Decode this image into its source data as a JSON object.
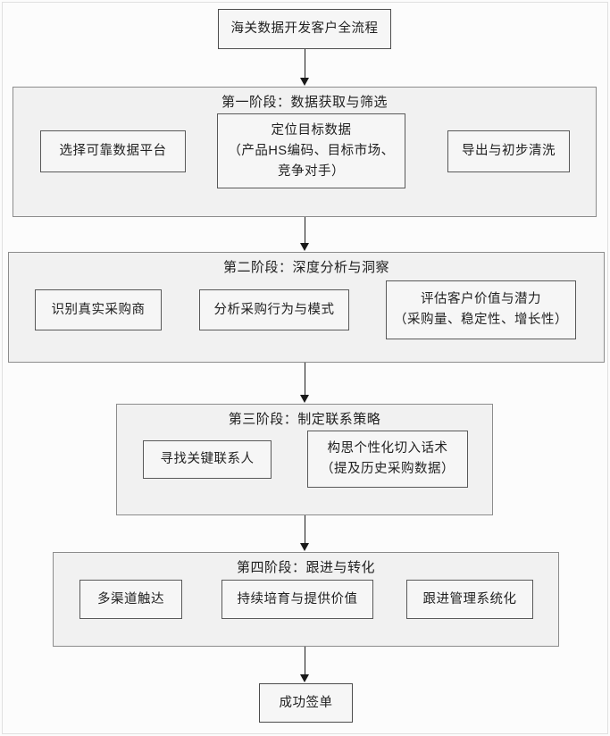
{
  "colors": {
    "page-bg": "#fcfcfc",
    "container-fill": "#f1f1f1",
    "container-border": "#8c8c8c",
    "node-fill": "#f6f6f6",
    "node-border": "#595959",
    "arrow": "#1a1a1a",
    "text": "#212121"
  },
  "flow": {
    "start": "海关数据开发客户全流程",
    "end": "成功签单",
    "stages": [
      {
        "title": "第一阶段：数据获取与筛选",
        "nodes": [
          {
            "lines": [
              "选择可靠数据平台"
            ]
          },
          {
            "lines": [
              "定位目标数据",
              "（产品HS编码、目标市场、",
              "竞争对手）"
            ]
          },
          {
            "lines": [
              "导出与初步清洗"
            ]
          }
        ]
      },
      {
        "title": "第二阶段：深度分析与洞察",
        "nodes": [
          {
            "lines": [
              "识别真实采购商"
            ]
          },
          {
            "lines": [
              "分析采购行为与模式"
            ]
          },
          {
            "lines": [
              "评估客户价值与潜力",
              "（采购量、稳定性、增长性）"
            ]
          }
        ]
      },
      {
        "title": "第三阶段：制定联系策略",
        "nodes": [
          {
            "lines": [
              "寻找关键联系人"
            ]
          },
          {
            "lines": [
              "构思个性化切入话术",
              "（提及历史采购数据）"
            ]
          }
        ]
      },
      {
        "title": "第四阶段：跟进与转化",
        "nodes": [
          {
            "lines": [
              "多渠道触达"
            ]
          },
          {
            "lines": [
              "持续培育与提供价值"
            ]
          },
          {
            "lines": [
              "跟进管理系统化"
            ]
          }
        ]
      }
    ]
  }
}
